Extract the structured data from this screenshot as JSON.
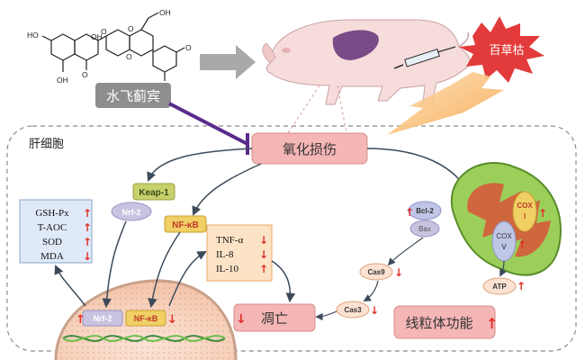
{
  "labels": {
    "compound": "水飞蓟宾",
    "toxin": "百草枯",
    "cell": "肝细胞",
    "oxidative_damage": "氧化损伤",
    "apoptosis": "凋亡",
    "mito_function": "线粒体功能"
  },
  "proteins": {
    "keap1": "Keap-1",
    "nrf2": "Nrf-2",
    "nfkb": "NF-κB",
    "nrf2_nuc": "Nrf-2",
    "nfkb_nuc": "NF-κB",
    "bcl2": "Bcl-2",
    "bax": "Bax",
    "cas9": "Cas9",
    "cas3": "Cas3",
    "atp": "ATP",
    "cox1": "COX\nⅠ",
    "cox5": "COX\nⅤ"
  },
  "antioxidant_markers": [
    {
      "name": "GSH-Px",
      "trend": "up"
    },
    {
      "name": "T-AOC",
      "trend": "up"
    },
    {
      "name": "SOD",
      "trend": "up"
    },
    {
      "name": "MDA",
      "trend": "down"
    }
  ],
  "cytokines": [
    {
      "name": "TNF-α",
      "trend": "down"
    },
    {
      "name": "IL-8",
      "trend": "down"
    },
    {
      "name": "IL-10",
      "trend": "up"
    }
  ],
  "molecule_atoms": {
    "oh1": "HO",
    "oh2": "OH",
    "oh3": "OH",
    "o1": "O",
    "o2": "O",
    "o3": "O",
    "o4": "O",
    "o5": "O",
    "oh4": "OH",
    "oh5": "OH"
  },
  "colors": {
    "up": "#e0302a",
    "down": "#e0302a",
    "inhibit": "#5b2c8c",
    "oxid_box": "#f5b6b6",
    "burst": "#e33b3b",
    "keap_box": "#c7d06a",
    "nrf_box": "#c8c3e0",
    "nfkb_box": "#f0cf64",
    "marker_box": "#dfe9f8",
    "cyto_box": "#fde3c6",
    "mito": "#9bcf5a"
  }
}
